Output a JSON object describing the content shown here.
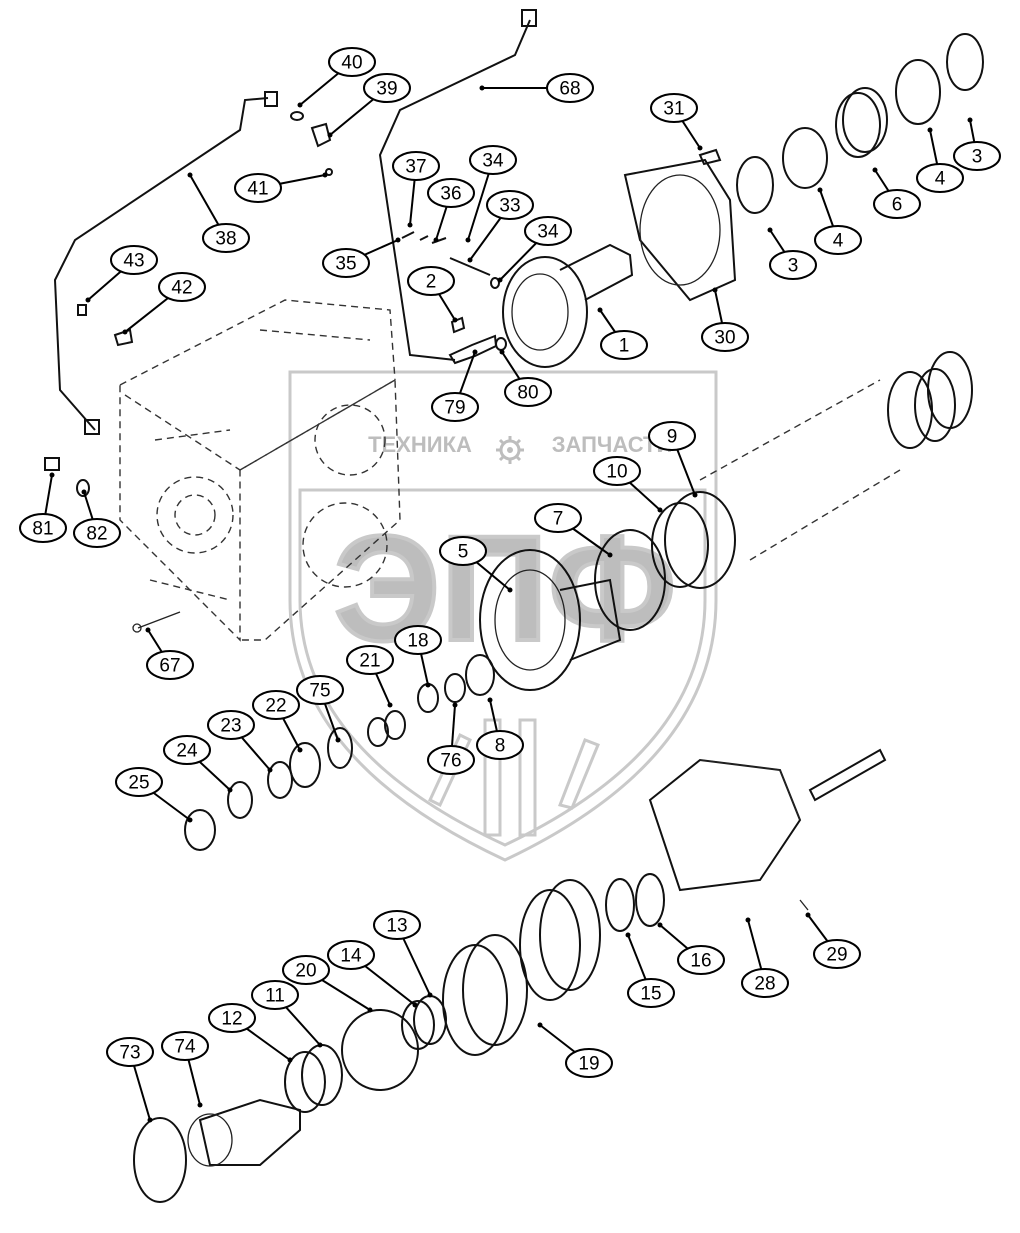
{
  "watermark": {
    "left_text": "ТЕХНИКА",
    "right_text": "ЗАПЧАСТИ",
    "logo_text": "ЭПФ",
    "gear_icon": "gear-icon",
    "color": "#bdbdbd"
  },
  "callouts": [
    "40",
    "39",
    "68",
    "31",
    "3",
    "41",
    "38",
    "37",
    "34",
    "36",
    "33",
    "35",
    "34",
    "6",
    "4",
    "43",
    "42",
    "2",
    "30",
    "1",
    "80",
    "79",
    "81",
    "82",
    "9",
    "10",
    "7",
    "5",
    "67",
    "18",
    "21",
    "75",
    "22",
    "23",
    "8",
    "76",
    "24",
    "25",
    "13",
    "14",
    "20",
    "11",
    "12",
    "73",
    "74",
    "19",
    "15",
    "16",
    "28",
    "29",
    "3",
    "4"
  ]
}
